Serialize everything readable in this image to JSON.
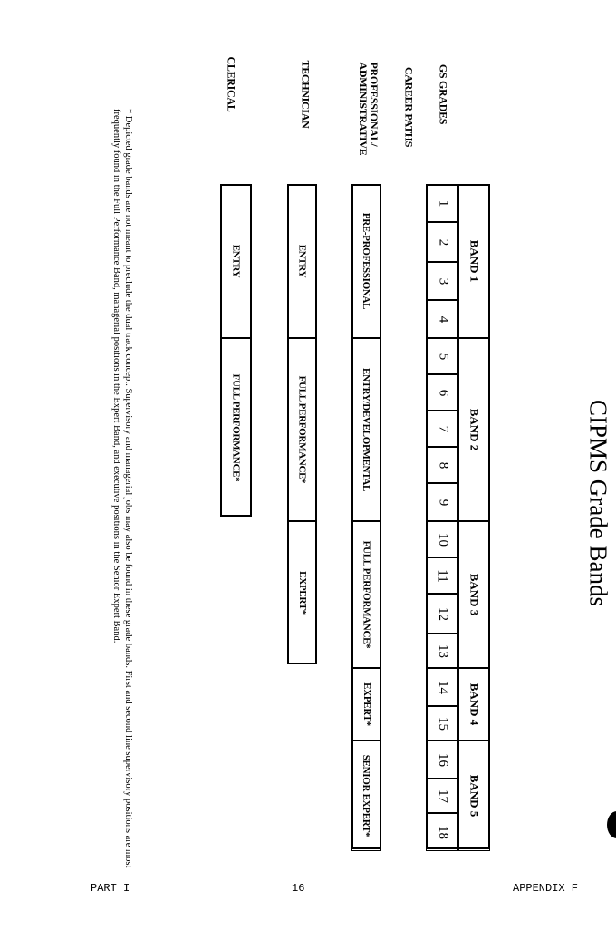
{
  "title": "CIPMS Grade Bands",
  "labels": {
    "gs_grades": "GS GRADES",
    "career_paths": "CAREER PATHS",
    "prof_admin_line1": "PROFESSIONAL/",
    "prof_admin_line2": "ADMINISTRATIVE",
    "technician": "TECHNICIAN",
    "clerical": "CLERICAL"
  },
  "bands": [
    "BAND 1",
    "BAND 2",
    "BAND 3",
    "BAND 4",
    "BAND 5"
  ],
  "grades": [
    "1",
    "2",
    "3",
    "4",
    "5",
    "6",
    "7",
    "8",
    "9",
    "10",
    "11",
    "12",
    "13",
    "14",
    "15",
    "16",
    "17",
    "18"
  ],
  "paths": {
    "prof_admin": [
      "PRE-PROFESSIONAL",
      "ENTRY/DEVELOPMENTAL",
      "FULL PERFORMANCE*",
      "EXPERT*",
      "SENIOR EXPERT*"
    ],
    "technician": [
      "ENTRY",
      "FULL PERFORMANCE*",
      "EXPERT*"
    ],
    "clerical": [
      "ENTRY",
      "FULL PERFORMANCE*"
    ]
  },
  "footnote": "* Depicted grade bands are not meant to preclude the dual track concept.  Supervisory and managerial jobs may also be found in these grade bands.  First and second line supervisory positions are most frequently found in the Full Performance Band, managerial positions in the Expert Band, and executive positions in the Senior Expert Band.",
  "footer": {
    "left": "PART I",
    "center": "16",
    "right": "APPENDIX F"
  }
}
